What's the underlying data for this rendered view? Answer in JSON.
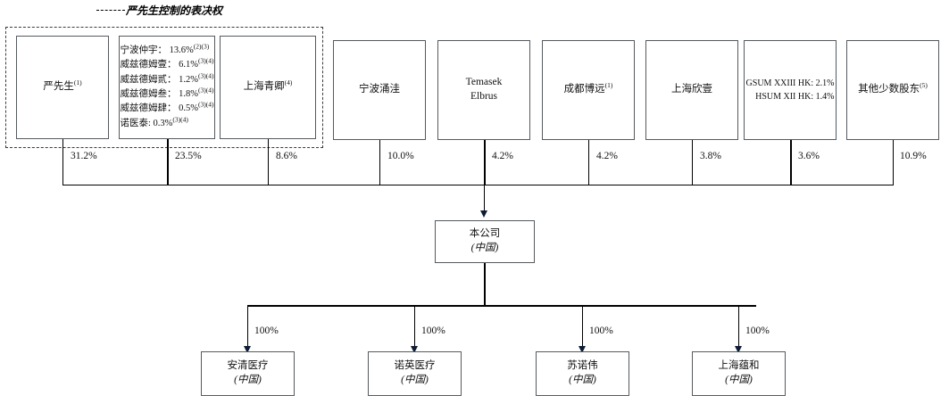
{
  "diagram": {
    "title_caption": "严先生控制的表决权",
    "control_group": {
      "label": "严先生控制的表决权",
      "member_names": [
        "严先生",
        "宁波仲宇等",
        "上海青卿"
      ]
    },
    "top_entities": [
      {
        "id": "yan",
        "name": "严先生",
        "superscript": "(1)",
        "ownership": "31.2%",
        "in_control_group": true,
        "lines": []
      },
      {
        "id": "ningbo-zhongyu-group",
        "name": "",
        "superscript": "",
        "ownership": "23.5%",
        "in_control_group": true,
        "lines": [
          {
            "name": "宁波仲宇：",
            "value": "13.6%",
            "note": "(2)(3)"
          },
          {
            "name": "威兹德姆壹：",
            "value": "6.1%",
            "note": "(3)(4)"
          },
          {
            "name": "威兹德姆贰：",
            "value": "1.2%",
            "note": "(3)(4)"
          },
          {
            "name": "威兹德姆叁：",
            "value": "1.8%",
            "note": "(3)(4)"
          },
          {
            "name": "威兹德姆肆：",
            "value": "0.5%",
            "note": "(3)(4)"
          },
          {
            "name": "诺医泰:",
            "value": "0.3%",
            "note": "(3)(4)"
          }
        ]
      },
      {
        "id": "shanghai-qingqing",
        "name": "上海青卿",
        "superscript": "(4)",
        "ownership": "8.6%",
        "in_control_group": true,
        "lines": []
      },
      {
        "id": "ningbo-yongzhu",
        "name": "宁波涌洼",
        "superscript": "",
        "ownership": "10.0%",
        "in_control_group": false,
        "lines": []
      },
      {
        "id": "temasek-elbrus",
        "name": "Temasek Elbrus",
        "superscript": "",
        "ownership": "4.2%",
        "in_control_group": false,
        "lines": []
      },
      {
        "id": "chengdu-boyuan",
        "name": "成都博远",
        "superscript": "(1)",
        "ownership": "4.2%",
        "in_control_group": false,
        "lines": []
      },
      {
        "id": "shanghai-xinyi",
        "name": "上海欣壹",
        "superscript": "",
        "ownership": "3.8%",
        "in_control_group": false,
        "lines": []
      },
      {
        "id": "gsum-hsum",
        "name": "",
        "superscript": "",
        "ownership": "3.6%",
        "in_control_group": false,
        "lines": [
          {
            "name": "GSUM XXIII HK:",
            "value": "2.1%",
            "note": ""
          },
          {
            "name": "HSUM XII HK:",
            "value": "1.4%",
            "note": ""
          }
        ]
      },
      {
        "id": "other-minority",
        "name": "其他少数股东",
        "superscript": "(5)",
        "ownership": "10.9%",
        "in_control_group": false,
        "lines": []
      }
    ],
    "company": {
      "name": "本公司",
      "jurisdiction": "(中国)"
    },
    "subsidiaries": [
      {
        "id": "anqing",
        "name": "安清医疗",
        "jurisdiction": "(中国)",
        "ownership": "100%"
      },
      {
        "id": "nuoying",
        "name": "诺英医疗",
        "jurisdiction": "(中国)",
        "ownership": "100%"
      },
      {
        "id": "sunuowei",
        "name": "苏诺伟",
        "jurisdiction": "(中国)",
        "ownership": "100%"
      },
      {
        "id": "shanghai-yunhe",
        "name": "上海蕴和",
        "jurisdiction": "(中国)",
        "ownership": "100%"
      }
    ],
    "colors": {
      "box_border": "#555a5e",
      "line": "#000000",
      "dashed_border": "#3b3b3b",
      "text": "#111111"
    }
  }
}
